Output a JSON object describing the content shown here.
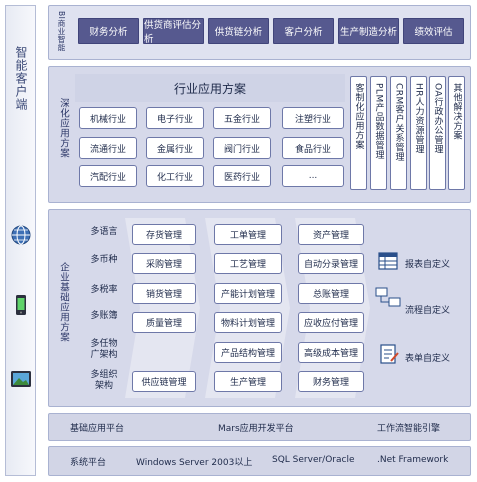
{
  "sidebar": {
    "title": "智能客户端",
    "icons": [
      "globe-icon",
      "mobile-phone-icon",
      "tablet-icon"
    ]
  },
  "bi": {
    "label": "BI商业智能",
    "buttons": [
      "财务分析",
      "供货商评估分析",
      "供货链分析",
      "客户分析",
      "生产制造分析",
      "绩效评估"
    ]
  },
  "industry": {
    "label": "深化应用方案",
    "title": "行业应用方案",
    "grid": [
      [
        "机械行业",
        "电子行业",
        "五金行业",
        "注塑行业"
      ],
      [
        "流通行业",
        "金属行业",
        "阀门行业",
        "食品行业"
      ],
      [
        "汽配行业",
        "化工行业",
        "医药行业",
        "..."
      ]
    ],
    "columns": [
      "客制化应用方案",
      "PLM产品数据管理",
      "CRM客户关系管理",
      "HR人力资源管理",
      "OA行政办公管理",
      "其他解决方案"
    ]
  },
  "enterprise": {
    "label": "企业基础应用方案",
    "features": [
      "多语言",
      "多币种",
      "多税率",
      "多账簿",
      "多任物广架构",
      "多组织架构"
    ],
    "col1": [
      "存货管理",
      "采购管理",
      "销货管理",
      "质量管理",
      "供应链管理"
    ],
    "col2": [
      "工单管理",
      "工艺管理",
      "产能计划管理",
      "物料计划管理",
      "产品结构管理",
      "生产管理"
    ],
    "col3": [
      "资产管理",
      "自动分录管理",
      "总账管理",
      "应收应付管理",
      "高级成本管理",
      "财务管理"
    ],
    "extensions": [
      {
        "label": "报表自定义",
        "icon": "report-table-icon"
      },
      {
        "label": "流程自定义",
        "icon": "workflow-icon"
      },
      {
        "label": "表单自定义",
        "icon": "form-edit-icon"
      }
    ]
  },
  "base_platform": {
    "label": "基础应用平台",
    "center": "Mars应用开发平台",
    "right": "工作流智能引擎"
  },
  "system_platform": {
    "label": "系统平台",
    "items": [
      "Windows Server 2003以上",
      "SQL Server/Oracle",
      ".Net Framework"
    ]
  },
  "colors": {
    "bi_button": "#56598f",
    "panel": "#d6d9ea",
    "card_border": "#6e78a8"
  }
}
